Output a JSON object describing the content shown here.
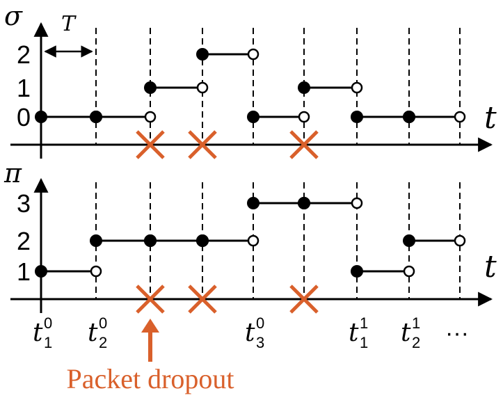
{
  "top_panel": {
    "y_label": "σ",
    "period_label": "T",
    "axis_label": "t",
    "level_labels": [
      "0",
      "1",
      "2"
    ],
    "segments": [
      {
        "from": 0,
        "to": 1,
        "level": 0,
        "closed_end": true
      },
      {
        "from": 1,
        "to": 2,
        "level": 0,
        "closed_end": false
      },
      {
        "from": 2,
        "to": 3,
        "level": 1,
        "closed_end": false
      },
      {
        "from": 3,
        "to": 4,
        "level": 2,
        "closed_end": false
      },
      {
        "from": 4,
        "to": 5,
        "level": 0,
        "closed_end": false
      },
      {
        "from": 5,
        "to": 6,
        "level": 1,
        "closed_end": false
      },
      {
        "from": 6,
        "to": 7,
        "level": 0,
        "closed_end": true
      },
      {
        "from": 7,
        "to": 8,
        "level": 0,
        "closed_end": false
      }
    ],
    "dropouts": [
      2,
      3,
      5
    ]
  },
  "bottom_panel": {
    "y_label": "π",
    "axis_label": "t",
    "level_labels": [
      "1",
      "2",
      "3"
    ],
    "segments": [
      {
        "from": 0,
        "to": 1,
        "level": 1,
        "closed_end": false
      },
      {
        "from": 1,
        "to": 2,
        "level": 2,
        "closed_end": true
      },
      {
        "from": 2,
        "to": 3,
        "level": 2,
        "closed_end": true
      },
      {
        "from": 3,
        "to": 4,
        "level": 2,
        "closed_end": false
      },
      {
        "from": 4,
        "to": 5,
        "level": 3,
        "closed_end": true
      },
      {
        "from": 5,
        "to": 6,
        "level": 3,
        "closed_end": false
      },
      {
        "from": 6,
        "to": 7,
        "level": 1,
        "closed_end": false
      },
      {
        "from": 7,
        "to": 8,
        "level": 2,
        "closed_end": false
      }
    ],
    "dropouts": [
      2,
      3,
      5
    ]
  },
  "time_ticks": [
    {
      "slot": 0,
      "base": "t",
      "sub": "1",
      "sup": "0"
    },
    {
      "slot": 1,
      "base": "t",
      "sub": "2",
      "sup": "0"
    },
    {
      "slot": 4,
      "base": "t",
      "sub": "3",
      "sup": "0"
    },
    {
      "slot": 6,
      "base": "t",
      "sub": "1",
      "sup": "1"
    },
    {
      "slot": 7,
      "base": "t",
      "sub": "2",
      "sup": "1"
    }
  ],
  "ellipsis": "···",
  "caption": "Packet dropout",
  "colors": {
    "accent": "#D9602B",
    "ink": "#000000"
  }
}
